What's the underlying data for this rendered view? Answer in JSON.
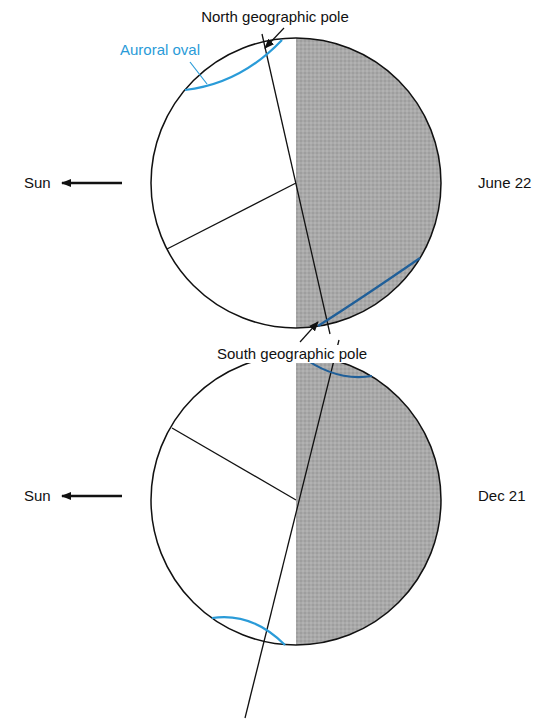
{
  "diagram": {
    "labels": [
      "North geographic pole",
      "Auroral oval",
      "Sun",
      "June 22",
      "South geographic pole",
      "Sun",
      "Dec 21"
    ]
  }
}
